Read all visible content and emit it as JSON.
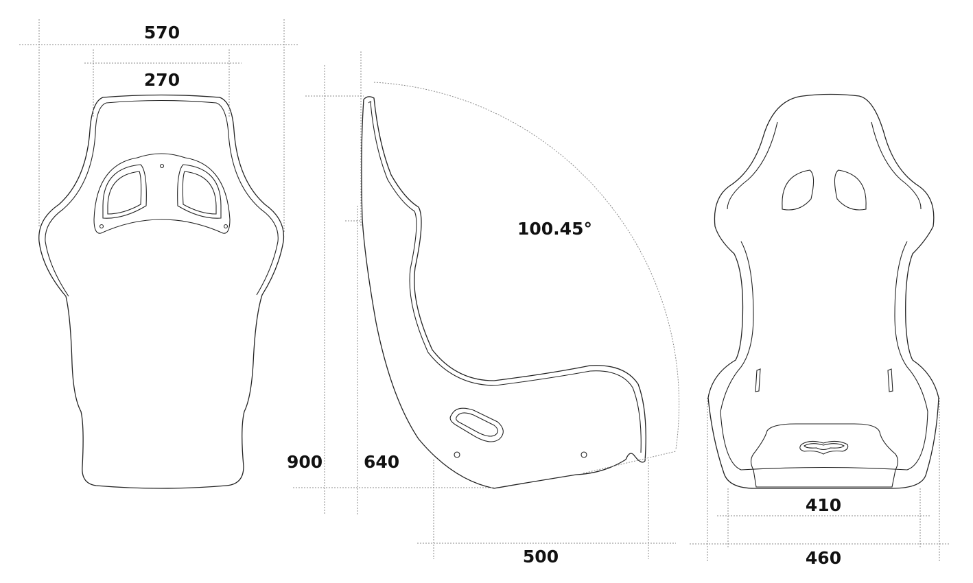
{
  "title": "Seat dimensions diagram",
  "dimensions": {
    "back_width_outer": "570",
    "back_width_headrest": "270",
    "recline_angle": "100.45°",
    "total_height": "900",
    "back_height": "640",
    "depth": "500",
    "seat_width_inner": "410",
    "seat_width_outer": "460"
  },
  "colors": {
    "outline": "#222222",
    "dimension_line": "#888888"
  }
}
